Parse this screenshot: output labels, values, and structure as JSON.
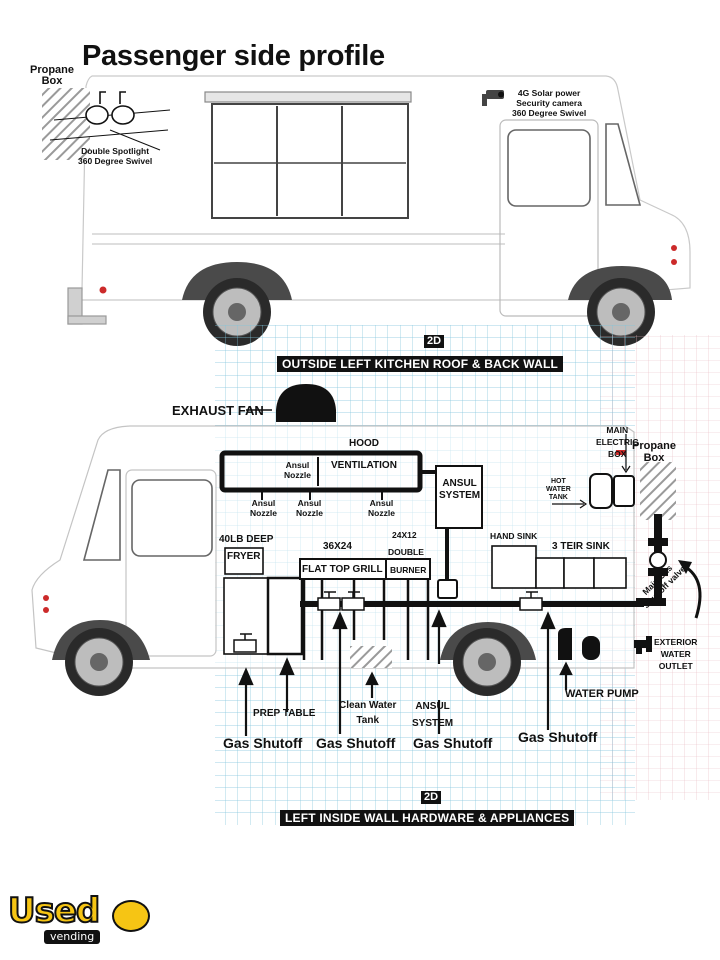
{
  "title": "Passenger side profile",
  "top_view": {
    "propane_box": "Propane\nBox",
    "spotlight": "Double Spotlight\n360 Degree Swivel",
    "camera": "4G Solar power\nSecurity camera\n360 Degree Swivel"
  },
  "section1": {
    "tag": "2D",
    "banner": "OUTSIDE LEFT KITCHEN ROOF & BACK WALL"
  },
  "section2": {
    "tag": "2D",
    "banner": "LEFT INSIDE WALL HARDWARE & APPLIANCES"
  },
  "labels": {
    "exhaust_fan": "EXHAUST FAN",
    "hood": "HOOD",
    "ventilation": "VENTILATION",
    "ansul_nozzle": "Ansul\nNozzle",
    "ansul_system_box": "ANSUL\nSYSTEM",
    "main_electric_box": "MAIN\nELECTRIC\nBOX",
    "propane_box_right": "Propane\nBox",
    "hot_water_tank": "HOT\nWATER\nTANK",
    "hand_sink": "HAND SINK",
    "three_teir_sink": "3 TEIR SINK",
    "fryer_size": "40LB DEEP",
    "fryer": "FRYER",
    "grill_size": "36X24",
    "grill": "FLAT TOP GRILL",
    "burner_size": "24X12",
    "double": "DOUBLE",
    "burner": "BURNER",
    "main_gas_valve": "Main Gas\nShut off valve",
    "exterior_water_outlet": "EXTERIOR\nWATER\nOUTLET",
    "water_pump": "WATER PUMP",
    "prep_table": "PREP TABLE",
    "clean_water_tank": "Clean Water\nTank",
    "ansul_system_bottom": "ANSUL\nSYSTEM",
    "gas_shutoff": "Gas Shutoff"
  },
  "logo": {
    "main": "Used",
    "sub": "vending"
  },
  "colors": {
    "grid": "#7fc4dc",
    "grid_pink": "#e8b9c2",
    "logo_yellow": "#f6c514",
    "tail_light": "#cc2a2a"
  }
}
